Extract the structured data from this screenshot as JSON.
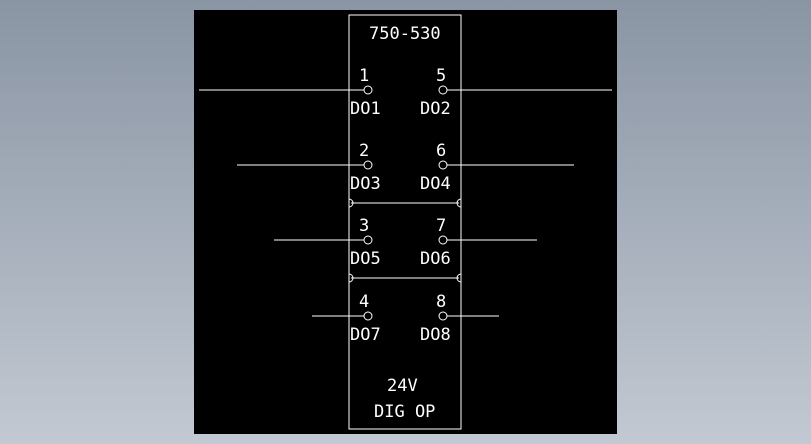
{
  "module": {
    "part_number": "750-530",
    "voltage": "24V",
    "description": "DIG OP"
  },
  "terminals": [
    {
      "number": "1",
      "label": "DO1"
    },
    {
      "number": "5",
      "label": "DO2"
    },
    {
      "number": "2",
      "label": "DO3"
    },
    {
      "number": "6",
      "label": "DO4"
    },
    {
      "number": "3",
      "label": "DO5"
    },
    {
      "number": "7",
      "label": "DO6"
    },
    {
      "number": "4",
      "label": "DO7"
    },
    {
      "number": "8",
      "label": "DO8"
    }
  ],
  "colors": {
    "background": "#000000",
    "lines": "#ffffff",
    "text": "#ffffff"
  }
}
